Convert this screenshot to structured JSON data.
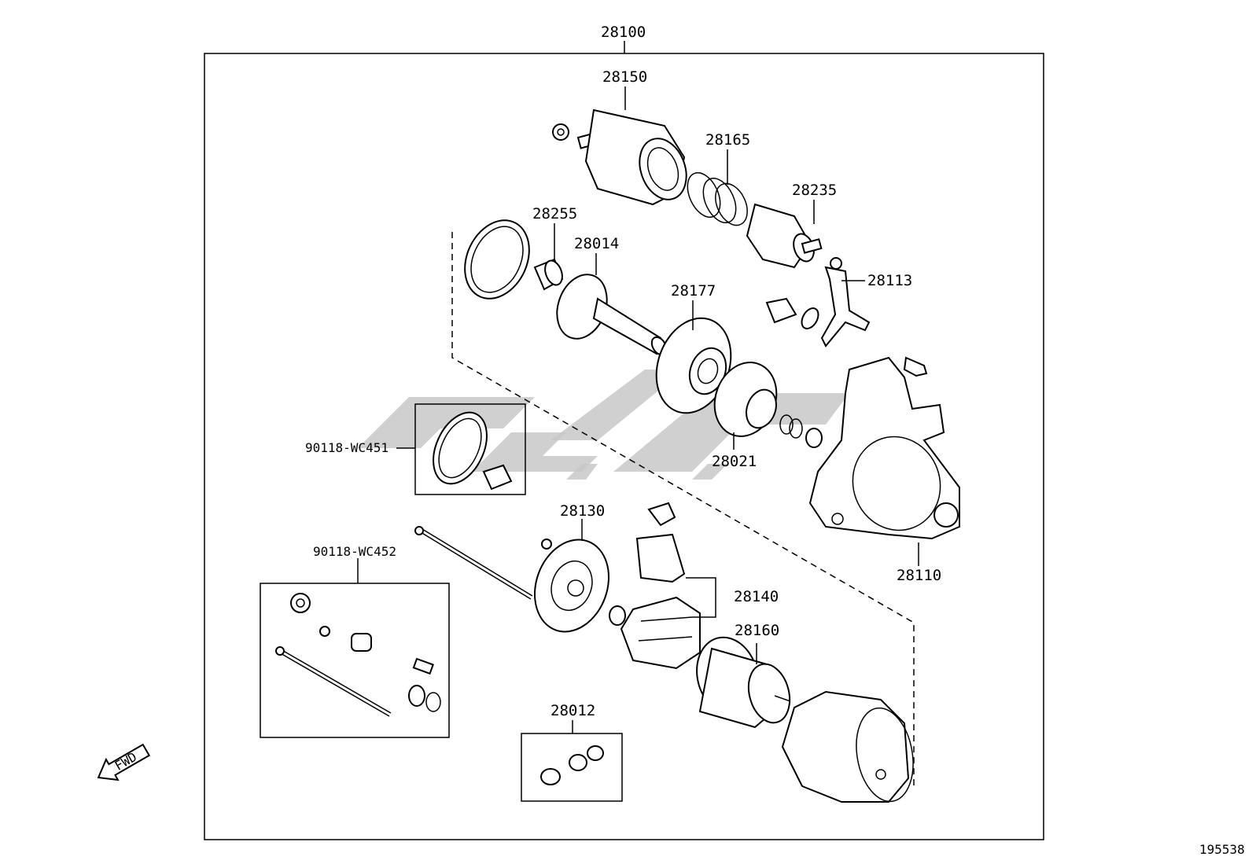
{
  "diagram": {
    "assembly_label": "28100",
    "image_number": "195538",
    "fwd_label": "FWD",
    "parts": {
      "p28150": "28150",
      "p28165": "28165",
      "p28235": "28235",
      "p28255": "28255",
      "p28014": "28014",
      "p28177": "28177",
      "p28113": "28113",
      "p90118_wc451": "90118-WC451",
      "p28021": "28021",
      "p28110": "28110",
      "p28130": "28130",
      "p28140": "28140",
      "p90118_wc452": "90118-WC452",
      "p28160": "28160",
      "p28012": "28012"
    }
  }
}
